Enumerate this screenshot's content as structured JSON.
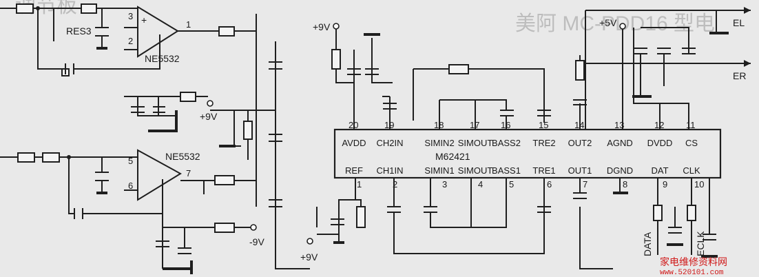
{
  "heading_text": "美阿 MC-PDD16 型电",
  "heading_tail": "调节板",
  "opamp_top": {
    "name": "NE5532",
    "pins": {
      "plus": "3",
      "minus": "2",
      "out": "1"
    }
  },
  "opamp_bottom": {
    "name": "NE5532",
    "pins": {
      "plus": "5",
      "minus": "6",
      "out": "7"
    }
  },
  "res3": "RES3",
  "power": {
    "p9_top": "+9V",
    "p9_mid": "+9V",
    "m9": "-9V",
    "p9_bottom": "+9V",
    "p5": "+5V"
  },
  "chip": {
    "name": "M62421",
    "top_pins": [
      {
        "num": "20",
        "name": "AVDD"
      },
      {
        "num": "19",
        "name": "CH2IN"
      },
      {
        "num": "18",
        "name": "SIMIN2"
      },
      {
        "num": "17",
        "name": "SIMOUT"
      },
      {
        "num": "16",
        "name": "BASS2"
      },
      {
        "num": "15",
        "name": "TRE2"
      },
      {
        "num": "14",
        "name": "OUT2"
      },
      {
        "num": "13",
        "name": "AGND"
      },
      {
        "num": "12",
        "name": "DVDD"
      },
      {
        "num": "11",
        "name": "CS"
      }
    ],
    "bottom_pins": [
      {
        "num": "1",
        "name": "REF"
      },
      {
        "num": "2",
        "name": "CH1IN"
      },
      {
        "num": "3",
        "name": "SIMIN1"
      },
      {
        "num": "4",
        "name": "SIMOUT"
      },
      {
        "num": "5",
        "name": "BASS1"
      },
      {
        "num": "6",
        "name": "TRE1"
      },
      {
        "num": "7",
        "name": "OUT1"
      },
      {
        "num": "8",
        "name": "DGND"
      },
      {
        "num": "9",
        "name": "DAT"
      },
      {
        "num": "10",
        "name": "CLK"
      }
    ]
  },
  "outputs": {
    "el": "EL",
    "er": "ER"
  },
  "bus_labels": {
    "data": "DATA",
    "eclk": "ECLK"
  },
  "plus_mark": "+",
  "watermark": {
    "text": "家电维修资料网",
    "url": "www.520101.com"
  }
}
